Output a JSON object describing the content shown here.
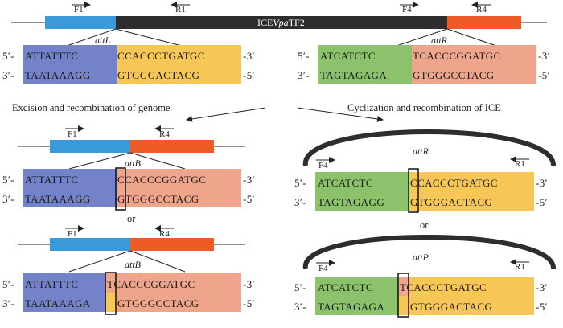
{
  "colors": {
    "blue_bar": "#3a9ad9",
    "orange_bar": "#ef5b27",
    "dark_bar": "#2d2d2d",
    "seq_blue": "#7482c9",
    "seq_yellow": "#f6c656",
    "seq_green": "#8cc26c",
    "seq_salmon": "#eea58b"
  },
  "top": {
    "ice_label": "ICEVpaTF2",
    "ice_label_prefix": "ICE",
    "ice_label_italic": "Vpa",
    "ice_label_suffix": "TF2",
    "primers": {
      "f1": "F1",
      "r1": "R1",
      "f4": "F4",
      "r4": "R4"
    }
  },
  "attL": {
    "label": "attL",
    "top_left": "5′-",
    "top_right": "-3′",
    "bot_left": "3′-",
    "bot_right": "-5′",
    "top_seq_a": "ATTATTTC",
    "top_seq_b": "CCACCCTGATGC",
    "bot_seq_a": "TAATAAAGG",
    "bot_seq_b": "GTGGGACTACG"
  },
  "attR_top": {
    "label": "attR",
    "top_left": "5′-",
    "top_right": "-3′",
    "bot_left": "3′-",
    "bot_right": "-5′",
    "top_seq_a": "ATCATCTC",
    "top_seq_b": "TCACCCGGATGC",
    "bot_seq_a": "TAGTAGAGA",
    "bot_seq_b": "GTGGGCCTACG"
  },
  "captions": {
    "left": "Excision and recombination of genome",
    "right": "Cyclization and recombination of ICE"
  },
  "attB1": {
    "label": "attB",
    "f1": "F1",
    "r4": "R4",
    "top_left": "5′-",
    "top_right": "-3′",
    "bot_left": "3′-",
    "bot_right": "-5′",
    "top_seq_a": "ATTATTTC",
    "top_seq_b": "CCACCCGGATGC",
    "bot_seq_a": "TAATAAAGG",
    "bot_seq_b": "GTGGGCCTACG"
  },
  "attB2": {
    "label": "attB",
    "f1": "F1",
    "r4": "R4",
    "top_left": "5′-",
    "top_right": "-3′",
    "bot_left": "3′-",
    "bot_right": "-5′",
    "top_seq_a": "ATTATTTC",
    "top_seq_b": "TCACCCGGATGC",
    "bot_seq_a": "TAATAAAGA",
    "bot_seq_b": "GTGGGCCTACG"
  },
  "attR_loop": {
    "label": "attR",
    "f4": "F4",
    "r1": "R1",
    "top_left": "5′-",
    "top_right": "-3′",
    "bot_left": "3′-",
    "bot_right": "-5′",
    "top_seq_a": "ATCATCTC",
    "top_seq_b": "CCACCCTGATGC",
    "bot_seq_a": "TAGTAGAGG",
    "bot_seq_b": "GTGGGACTACG"
  },
  "attP_loop": {
    "label": "attP",
    "f4": "F4",
    "r1": "R1",
    "top_left": "5′-",
    "top_right": "-3′",
    "bot_left": "3′-",
    "bot_right": "-5′",
    "top_seq_a": "ATCATCTC",
    "top_seq_b": "TCACCCTGATGC",
    "bot_seq_a": "TAGTAGAGA",
    "bot_seq_b": "GTGGGACTACG"
  },
  "or_left": "or",
  "or_right": "or"
}
